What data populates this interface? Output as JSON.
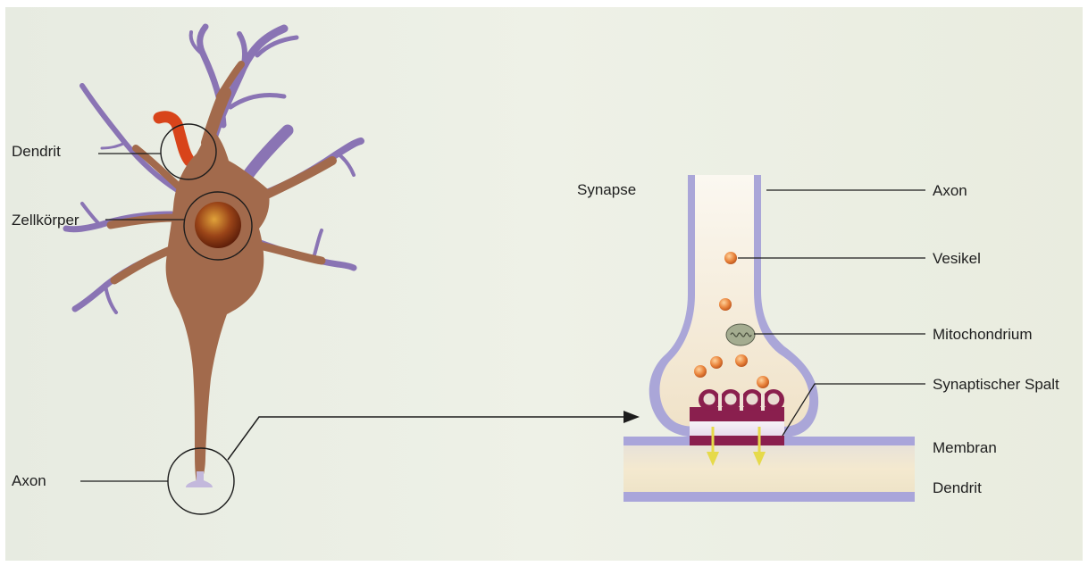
{
  "neuron": {
    "labels": {
      "dendrit": "Dendrit",
      "zellkoerper": "Zellkörper",
      "axon": "Axon"
    }
  },
  "synapse": {
    "labels": {
      "title": "Synapse",
      "axon": "Axon",
      "vesikel": "Vesikel",
      "mitochondrium": "Mitochondrium",
      "synaptischer_spalt": "Synaptischer Spalt",
      "membran": "Membran",
      "dendrit": "Dendrit"
    }
  },
  "colors": {
    "page": "#ecefe4",
    "neuron_body": "#a26a4c",
    "dendrite_purple": "#8a74b4",
    "dendrite_red": "#d8441a",
    "nucleus": "#7a2e10",
    "axon_membrane": "#aaa6d8",
    "axon_fill": "#f2e7d2",
    "vesicle": "#e8823a",
    "receptor": "#8a1f4e",
    "arrow_yellow": "#e6da4a"
  }
}
